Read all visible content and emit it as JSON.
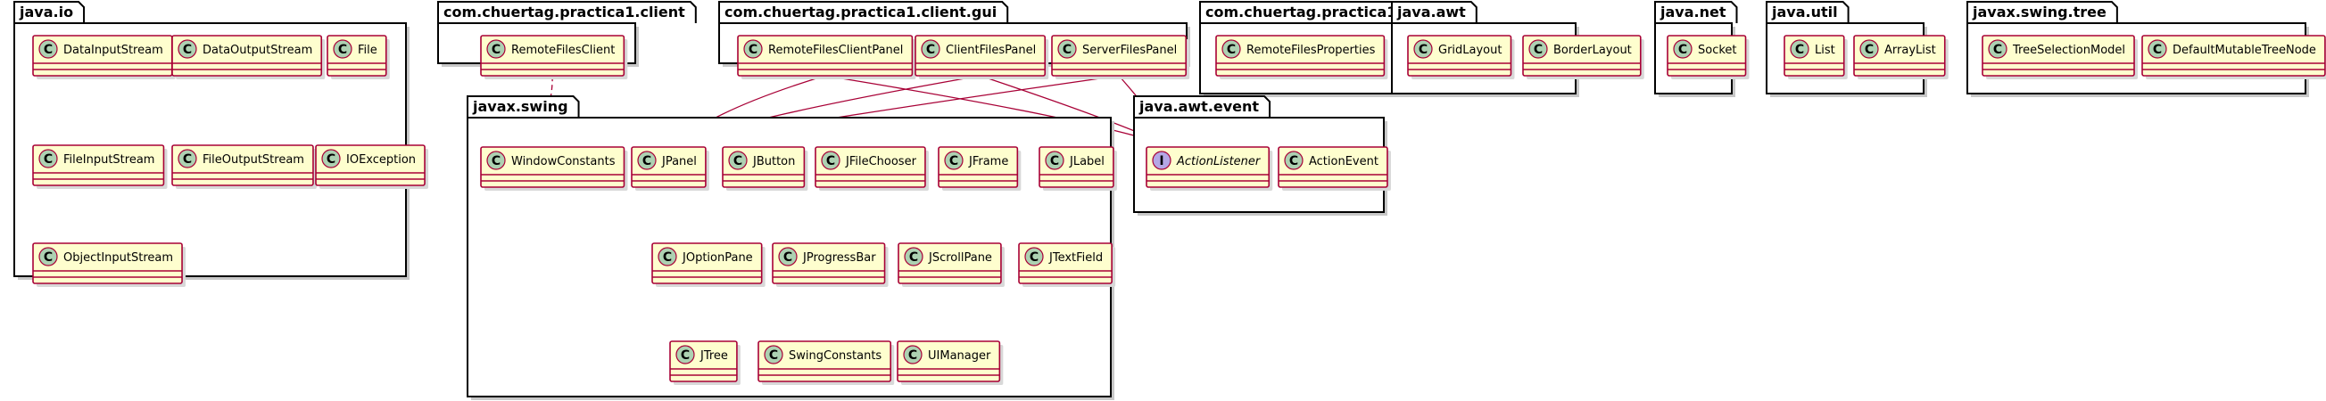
{
  "packages": [
    {
      "id": "java-io",
      "name": "java.io",
      "classes": [
        {
          "name": "DataInputStream",
          "kind": "class"
        },
        {
          "name": "DataOutputStream",
          "kind": "class"
        },
        {
          "name": "File",
          "kind": "class"
        },
        {
          "name": "FileInputStream",
          "kind": "class"
        },
        {
          "name": "FileOutputStream",
          "kind": "class"
        },
        {
          "name": "IOException",
          "kind": "class"
        },
        {
          "name": "ObjectInputStream",
          "kind": "class"
        }
      ]
    },
    {
      "id": "client",
      "name": "com.chuertag.practica1.client",
      "classes": [
        {
          "name": "RemoteFilesClient",
          "kind": "class"
        }
      ]
    },
    {
      "id": "client-gui",
      "name": "com.chuertag.practica1.client.gui",
      "classes": [
        {
          "name": "RemoteFilesClientPanel",
          "kind": "class"
        },
        {
          "name": "ClientFilesPanel",
          "kind": "class"
        },
        {
          "name": "ServerFilesPanel",
          "kind": "class"
        }
      ]
    },
    {
      "id": "practica1",
      "name": "com.chuertag.practica1",
      "classes": [
        {
          "name": "RemoteFilesProperties",
          "kind": "class"
        }
      ]
    },
    {
      "id": "java-awt",
      "name": "java.awt",
      "classes": [
        {
          "name": "GridLayout",
          "kind": "class"
        },
        {
          "name": "BorderLayout",
          "kind": "class"
        }
      ]
    },
    {
      "id": "java-net",
      "name": "java.net",
      "classes": [
        {
          "name": "Socket",
          "kind": "class"
        }
      ]
    },
    {
      "id": "java-util",
      "name": "java.util",
      "classes": [
        {
          "name": "List",
          "kind": "class"
        },
        {
          "name": "ArrayList",
          "kind": "class"
        }
      ]
    },
    {
      "id": "swing-tree",
      "name": "javax.swing.tree",
      "classes": [
        {
          "name": "TreeSelectionModel",
          "kind": "class"
        },
        {
          "name": "DefaultMutableTreeNode",
          "kind": "class"
        }
      ]
    },
    {
      "id": "swing",
      "name": "javax.swing",
      "classes": [
        {
          "name": "WindowConstants",
          "kind": "class"
        },
        {
          "name": "JPanel",
          "kind": "class"
        },
        {
          "name": "JButton",
          "kind": "class"
        },
        {
          "name": "JFileChooser",
          "kind": "class"
        },
        {
          "name": "JFrame",
          "kind": "class"
        },
        {
          "name": "JLabel",
          "kind": "class"
        },
        {
          "name": "JOptionPane",
          "kind": "class"
        },
        {
          "name": "JProgressBar",
          "kind": "class"
        },
        {
          "name": "JScrollPane",
          "kind": "class"
        },
        {
          "name": "JTextField",
          "kind": "class"
        },
        {
          "name": "JTree",
          "kind": "class"
        },
        {
          "name": "SwingConstants",
          "kind": "class"
        },
        {
          "name": "UIManager",
          "kind": "class"
        }
      ]
    },
    {
      "id": "awt-event",
      "name": "java.awt.event",
      "classes": [
        {
          "name": "ActionListener",
          "kind": "interface"
        },
        {
          "name": "ActionEvent",
          "kind": "class"
        }
      ]
    }
  ],
  "relations": [
    {
      "from": "RemoteFilesClient",
      "to": "WindowConstants",
      "type": "dependency"
    },
    {
      "from": "RemoteFilesClientPanel",
      "to": "JPanel",
      "type": "extends"
    },
    {
      "from": "ClientFilesPanel",
      "to": "JPanel",
      "type": "extends"
    },
    {
      "from": "ServerFilesPanel",
      "to": "JPanel",
      "type": "extends"
    },
    {
      "from": "RemoteFilesClientPanel",
      "to": "ActionListener",
      "type": "implements"
    },
    {
      "from": "ClientFilesPanel",
      "to": "ActionListener",
      "type": "implements"
    },
    {
      "from": "ServerFilesPanel",
      "to": "ActionListener",
      "type": "implements"
    }
  ],
  "colors": {
    "class_fill": "#fefece",
    "class_border": "#a80036",
    "class_badge": "#add1b2",
    "interface_badge": "#b4a7e5",
    "edge": "#a80036",
    "package_border": "#000000"
  }
}
